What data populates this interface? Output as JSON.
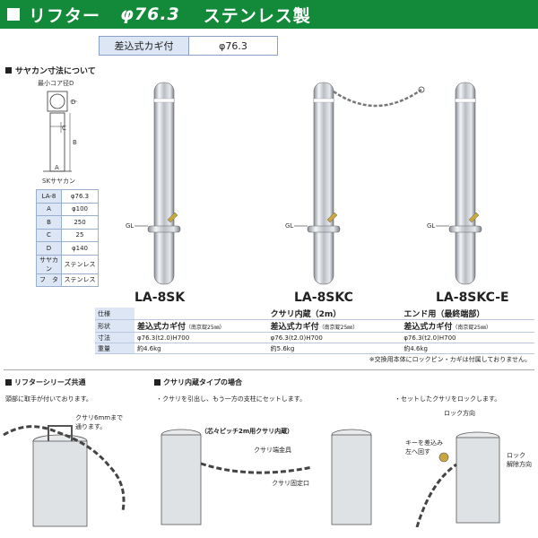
{
  "header": {
    "t1": "リフター",
    "t2": "φ76.3",
    "t3": "ステンレス製"
  },
  "spec": {
    "key": "差込式カギ付",
    "value": "φ76.3"
  },
  "left": {
    "title": "サヤカン寸法について",
    "core_label": "最小コア径D",
    "sk_label": "SKサヤカン",
    "labels": {
      "D": "D",
      "C": "C",
      "B": "B",
      "A": "A"
    },
    "table": [
      [
        "LA-8",
        "φ76.3"
      ],
      [
        "A",
        "φ100"
      ],
      [
        "B",
        "250"
      ],
      [
        "C",
        "25"
      ],
      [
        "D",
        "φ140"
      ],
      [
        "サヤカン",
        "ステンレス"
      ],
      [
        "フ　タ",
        "ステンレス"
      ]
    ]
  },
  "gl": "GL",
  "models": [
    "LA-8SK",
    "LA-8SKC",
    "LA-8SKC-E"
  ],
  "spec_table": {
    "rows": [
      {
        "key": "仕様",
        "cols": [
          "",
          "クサリ内蔵（2m）",
          "エンド用（最終端部）"
        ]
      },
      {
        "key": "形状",
        "cols": [
          "差込式カギ付",
          "差込式カギ付",
          "差込式カギ付"
        ],
        "suffix": "（南京錠25㎜）"
      },
      {
        "key": "寸法",
        "cols": [
          "φ76.3(t2.0)H700",
          "φ76.3(t2.0)H700",
          "φ76.3(t2.0)H700"
        ]
      },
      {
        "key": "重量",
        "cols": [
          "約4.6kg",
          "約5.6kg",
          "約4.6kg"
        ]
      }
    ]
  },
  "note": "※交換用本体にロックピン・カギは付属しておりません。",
  "bottom": {
    "s1_title": "リフターシリーズ共通",
    "s1_text": "頭部に取手が付いております。",
    "s1_callout_1": "クサリ6mmまで",
    "s1_callout_2": "通ります。",
    "s2_title": "クサリ内蔵タイプの場合",
    "s2_text": "・クサリを引出し、もう一方の支柱にセットします。",
    "s2_pitch": "（芯々ピッチ2m用クサリ内蔵）",
    "s2_hook": "クサリ端金具",
    "s2_fix": "クサリ固定口",
    "s3_text": "・セットしたクサリをロックします。",
    "s3_lock": "ロック方向",
    "s3_key_1": "キーを差込み",
    "s3_key_2": "左へ回す",
    "s3_release_1": "ロック",
    "s3_release_2": "解除方向"
  }
}
